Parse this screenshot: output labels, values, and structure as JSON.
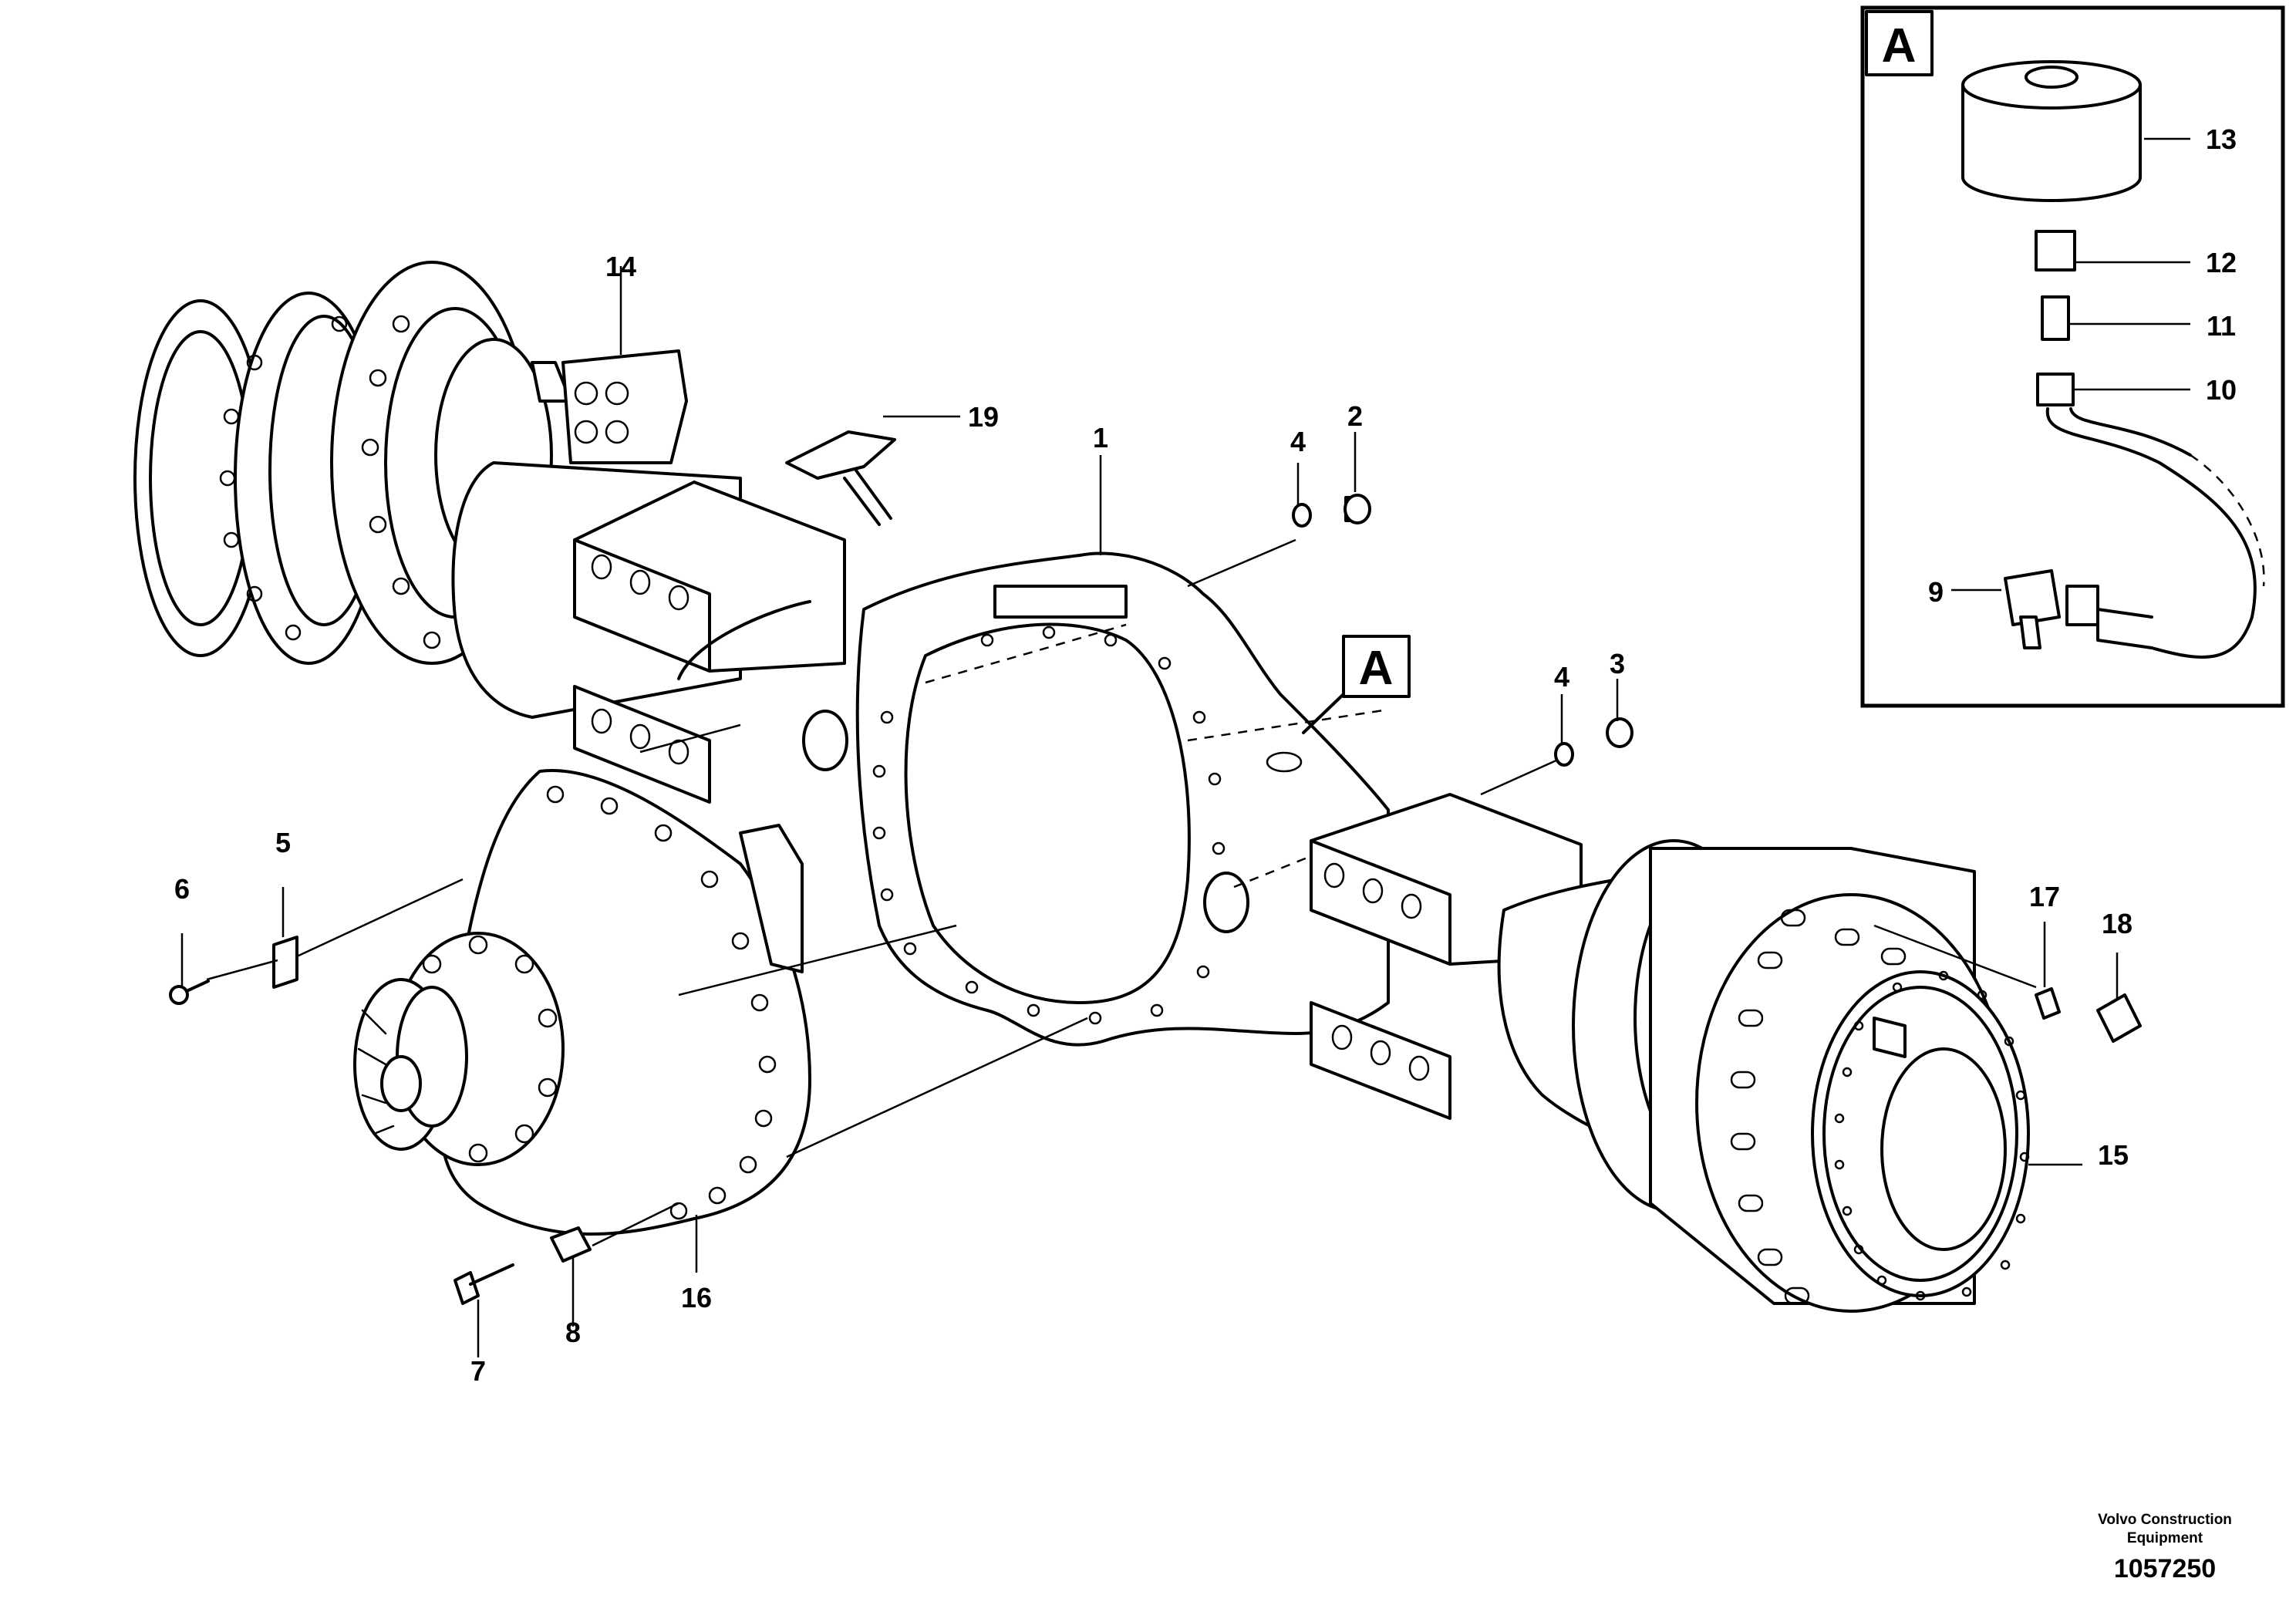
{
  "callouts": {
    "c1": "1",
    "c2": "2",
    "c3": "3",
    "c4a": "4",
    "c4b": "4",
    "c5": "5",
    "c6": "6",
    "c7": "7",
    "c8": "8",
    "c9": "9",
    "c10": "10",
    "c11": "11",
    "c12": "12",
    "c13": "13",
    "c14": "14",
    "c15": "15",
    "c16": "16",
    "c17": "17",
    "c18": "18",
    "c19": "19"
  },
  "detail_marker": "A",
  "detail_box_label": "A",
  "footer": {
    "company_line1": "Volvo Construction",
    "company_line2": "Equipment",
    "drawing_number": "1057250"
  }
}
